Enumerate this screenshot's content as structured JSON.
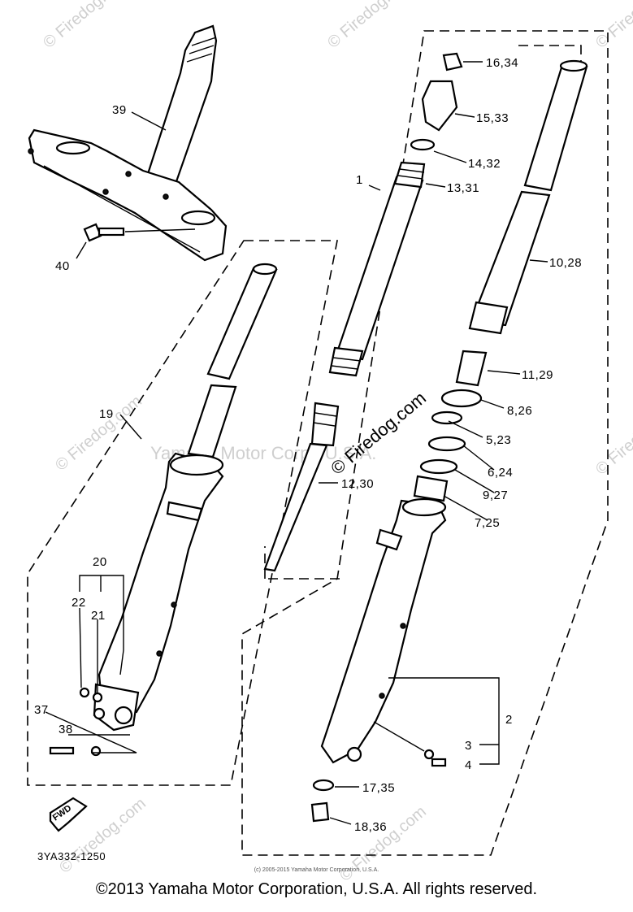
{
  "watermark": {
    "brand": "© Firedog.com",
    "center_text": "Yamaha Motor Corp., U.S.A."
  },
  "diagram_code": "3YA332-1250",
  "fwd_label": "FWD",
  "small_note": "(c) 2005-2015 Yamaha Motor Corporation, U.S.A.",
  "copyright": "©2013 Yamaha Motor Corporation, U.S.A. All rights reserved.",
  "callouts": {
    "c39": "39",
    "c40": "40",
    "c19": "19",
    "c20": "20",
    "c22": "22",
    "c21": "21",
    "c37": "37",
    "c38": "38",
    "c1": "1",
    "c16_34": "16,34",
    "c15_33": "15,33",
    "c14_32": "14,32",
    "c13_31": "13,31",
    "c10_28": "10,28",
    "c11_29": "11,29",
    "c8_26": "8,26",
    "c5_23": "5,23",
    "c12_30": "12,30",
    "c6_24": "6,24",
    "c9_27": "9,27",
    "c7_25": "7,25",
    "c2": "2",
    "c3": "3",
    "c4": "4",
    "c17_35": "17,35",
    "c18_36": "18,36"
  }
}
